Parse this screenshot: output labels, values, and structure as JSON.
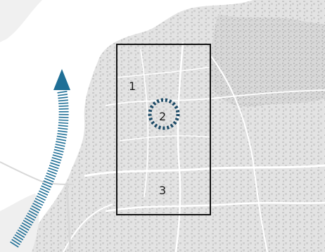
{
  "map": {
    "labels": [
      {
        "id": "area-1",
        "text": "1"
      },
      {
        "id": "area-2",
        "text": "2"
      },
      {
        "id": "area-3",
        "text": "3"
      }
    ],
    "colors": {
      "background": "#ffffff",
      "urban_fabric": "#dcdcdc",
      "urban_dark": "#bdbdbd",
      "roads": "#ffffff",
      "study_box": "#111111",
      "arrow": "#1f6f96",
      "circle": "#1c4a66",
      "river": "#e6e6e6"
    },
    "icons": {
      "arrow": "curved-arrow-icon",
      "circle": "dashed-circle-icon"
    }
  }
}
